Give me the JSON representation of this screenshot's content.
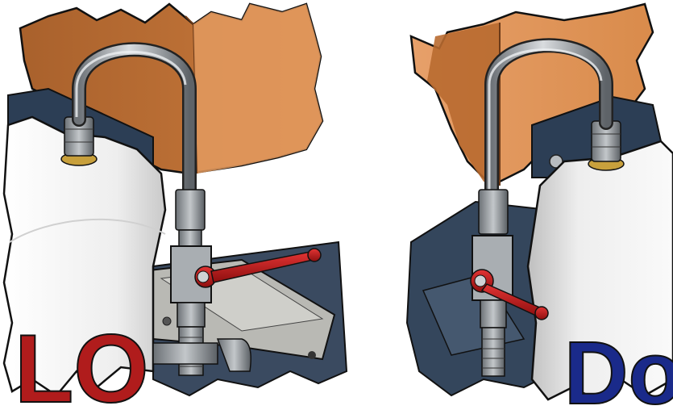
{
  "figure": {
    "panels": [
      {
        "view": "left-view",
        "visible_lettering": "LO",
        "lettering_color": "#b01c1c"
      },
      {
        "view": "right-view",
        "visible_lettering": "Do",
        "lettering_color": "#1a2a8a"
      }
    ]
  },
  "colors": {
    "housing_orange": "#d98b4b",
    "housing_orange_dark": "#a9612c",
    "bracket_navy": "#2c3e55",
    "tank_white": "#f2f2f2",
    "pipe_steel": "#9aa0a6",
    "fitting_gray": "#8c9196",
    "handle_red": "#c81a1a",
    "brass": "#c8a03c",
    "tray_gray": "#b9b9b4"
  },
  "icons": [
    "ball-valve-handle",
    "hex-fitting",
    "bent-pipe"
  ]
}
